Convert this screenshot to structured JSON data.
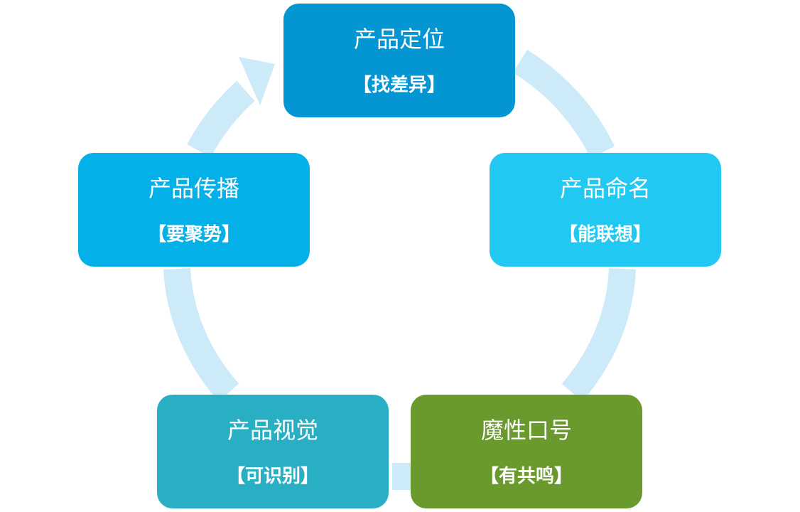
{
  "nodes": [
    {
      "title": "产品定位",
      "subtitle": "【找差异】",
      "color": "#0496d3"
    },
    {
      "title": "产品命名",
      "subtitle": "【能联想】",
      "color": "#21c8f1"
    },
    {
      "title": "魔性口号",
      "subtitle": "【有共鸣】",
      "color": "#6a9a2e"
    },
    {
      "title": "产品视觉",
      "subtitle": "【可识别】",
      "color": "#29afc3"
    },
    {
      "title": "产品传播",
      "subtitle": "【要聚势】",
      "color": "#03b1e8"
    }
  ],
  "ring_color": "#cdeaf8"
}
